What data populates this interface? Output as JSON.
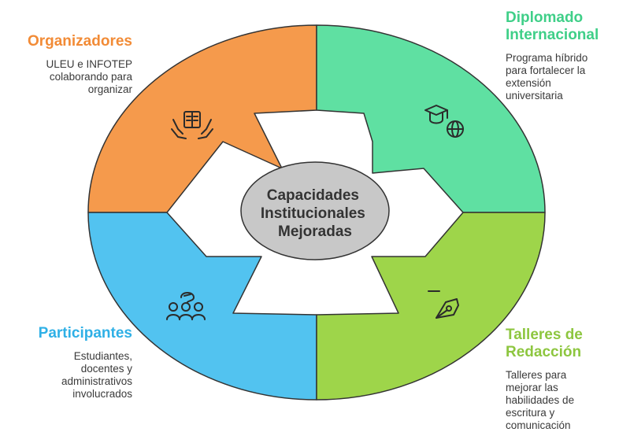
{
  "colors": {
    "organizadores": "#f59a4c",
    "diplomado": "#5fe0a2",
    "participantes": "#52c3f0",
    "talleres": "#9ed54a",
    "title_organizadores": "#f28b36",
    "title_diplomado": "#3fcf88",
    "title_participantes": "#2fb0e6",
    "title_talleres": "#8dc63f",
    "center": "#c8c8c8",
    "outline": "#333333"
  },
  "center": {
    "lines": [
      "Capacidades",
      "Institucionales",
      "Mejoradas"
    ]
  },
  "quadrants": {
    "organizadores": {
      "title": "Organizadores",
      "description": [
        "ULEU e INFOTEP",
        "colaborando para",
        "organizar"
      ],
      "icon": "hands-book-icon"
    },
    "diplomado": {
      "title": [
        "Diplomado",
        "Internacional"
      ],
      "description": [
        "Programa híbrido",
        "para fortalecer la",
        "extensión",
        "universitaria"
      ],
      "icon": "graduate-globe-icon"
    },
    "participantes": {
      "title": "Participantes",
      "description": [
        "Estudiantes,",
        "docentes y",
        "administrativos",
        "involucrados"
      ],
      "icon": "group-people-icon"
    },
    "talleres": {
      "title": [
        "Talleres de",
        "Redacción"
      ],
      "description": [
        "Talleres para",
        "mejorar las",
        "habilidades de",
        "escritura y",
        "comunicación"
      ],
      "icon": "pen-writing-icon"
    }
  }
}
